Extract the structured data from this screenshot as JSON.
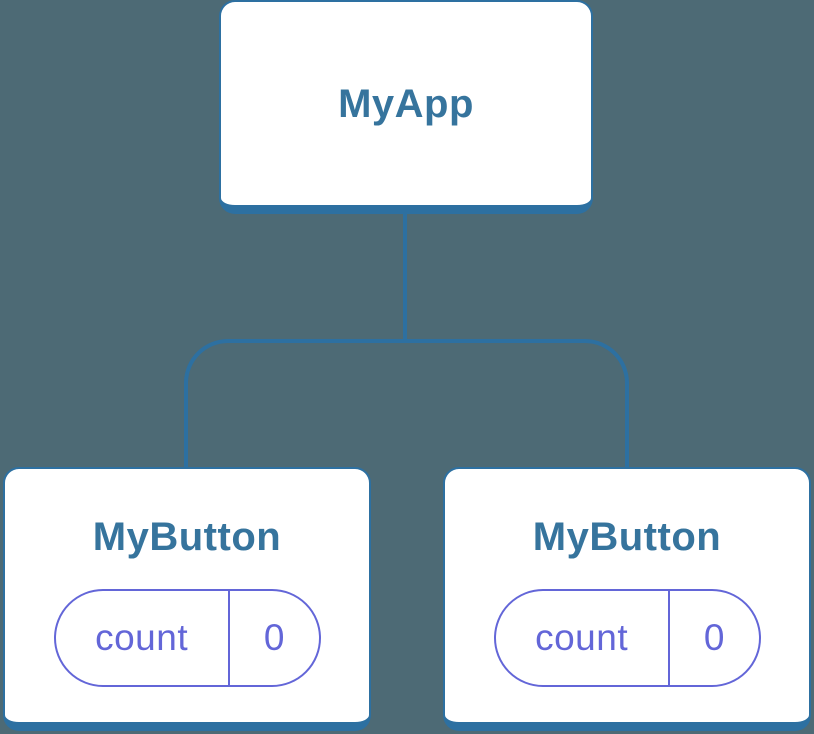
{
  "colors": {
    "background": "#4d6a75",
    "line": "#2d70a1",
    "title": "#36749d",
    "pill": "#6366d8",
    "node_fill": "#ffffff"
  },
  "tree": {
    "root": {
      "label": "MyApp"
    },
    "children": [
      {
        "label": "MyButton",
        "state": {
          "name": "count",
          "value": "0"
        }
      },
      {
        "label": "MyButton",
        "state": {
          "name": "count",
          "value": "0"
        }
      }
    ]
  }
}
